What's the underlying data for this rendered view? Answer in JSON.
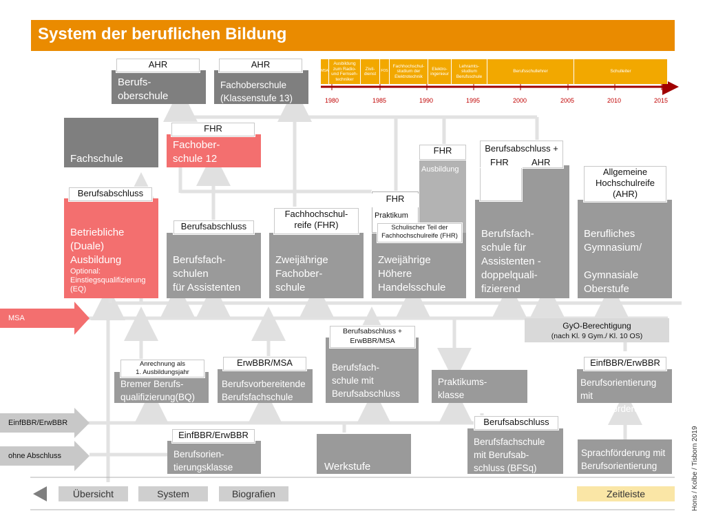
{
  "title": "System der beruflichen Bildung",
  "timeline": {
    "boxes": [
      "MSA",
      "Ausbildung zum Radio- und Fernseh-techniker",
      "Zivil-dienst",
      "FOS",
      "Fachhochschul-studium der Elektrotechnik",
      "Elektro-ingenieur",
      "Lehramts-studium Berufsschule",
      "Berufsschullehrer",
      "Schulleiter"
    ],
    "years": [
      "1980",
      "1985",
      "1990",
      "1995",
      "2000",
      "2005",
      "2010",
      "2015"
    ]
  },
  "boxes": {
    "berufsoberschule": "Berufs-\noberschule",
    "fachoberschule13": "Fachoberschule\n(Klassenstufe 13)",
    "fachschule": "Fachschule",
    "fachoberschule12": "Fachober-\nschule 12",
    "duale_ausbildung": "Betriebliche\n(Duale)\nAusbildung",
    "duale_optional": "Optional:\nEinstiegsqualifizierung\n(EQ)",
    "bfs_assistenten": "Berufsfach-\nschulen\nfür Assistenten",
    "zweijaehrige_fos": "Zweijährige\nFachober-\nschule",
    "hoehere_handelsschule": "Zweijährige\nHöhere\nHandelsschule",
    "hhs_praktikum": "Praktikum",
    "hhs_ausbildung": "Ausbildung",
    "bfs_doppel": "Berufsfach-\nschule für\nAssistenten -\ndoppelquali-\nfizierend",
    "berufl_gymnasium": "Berufliches\nGymnasium/\n\nGymnasiale\nOberstufe",
    "bremer_bq": "Bremer Berufs-\nqualifizierung(BQ)",
    "bvbfs": "Berufsvorbereitende\nBerufsfachschule",
    "bfs_berufsabschluss": "Berufsfach-\nschule mit\nBerufsabschluss",
    "praktikumsklasse": "Praktikums-\nklasse",
    "bo_sprach": "Berufsorientierung mit\nSprachförderung",
    "bo_klasse": "Berufsorien-\ntierungsklasse",
    "werkstufe": "Werkstufe",
    "bfsq": "Berufsfachschule\nmit Berufsab-\nschluss (BFSq)",
    "sprach_bo": "Sprachförderung mit\nBerufsorientierung"
  },
  "labels": {
    "ahr1": "AHR",
    "ahr2": "AHR",
    "fhr_fos12": "FHR",
    "berufsabschluss_duale": "Berufsabschluss",
    "berufsabschluss_bfs": "Berufsabschluss",
    "fhr_zweij": "Fachhochschul-\nreife (FHR)",
    "fhr_hhs1": "FHR",
    "fhr_hhs2": "FHR",
    "schulischer_teil": "Schulischer Teil der\nFachhochschulreife (FHR)",
    "ba_plus": "Berufsabschluss +",
    "fhr_doppel": "FHR",
    "ahr_doppel": "AHR",
    "ahr_gym": "Allgemeine\nHochschulreife\n(AHR)",
    "ba_erwbbr": "Berufsabschluss +\nErwBBR/MSA",
    "anrechnung": "Anrechnung als\n1. Ausbildungsjahr",
    "erwbbr_msa": "ErwBBR/MSA",
    "einf_erw1": "EinfBBR/ErwBBR",
    "einf_erw2": "EinfBBR/ErwBBR",
    "ba_bfsq": "Berufsabschluss"
  },
  "gyo": {
    "title": "GyO-Berechtigung",
    "sub": "(nach Kl. 9 Gym./  Kl. 10 OS)"
  },
  "side": {
    "msa": "MSA",
    "einf": "EinfBBR/ErwBBR",
    "ohne": "ohne Abschluss"
  },
  "nav": {
    "overview": "Übersicht",
    "system": "System",
    "biografien": "Biografien",
    "zeitleiste": "Zeitleiste"
  },
  "credit": "Hons / Kolbe / Tisborn 2019",
  "colors": {
    "accent": "#ea8b00",
    "red": "#f36f6f",
    "timeline": "#f2a800",
    "gray": "#9a9a9a"
  }
}
